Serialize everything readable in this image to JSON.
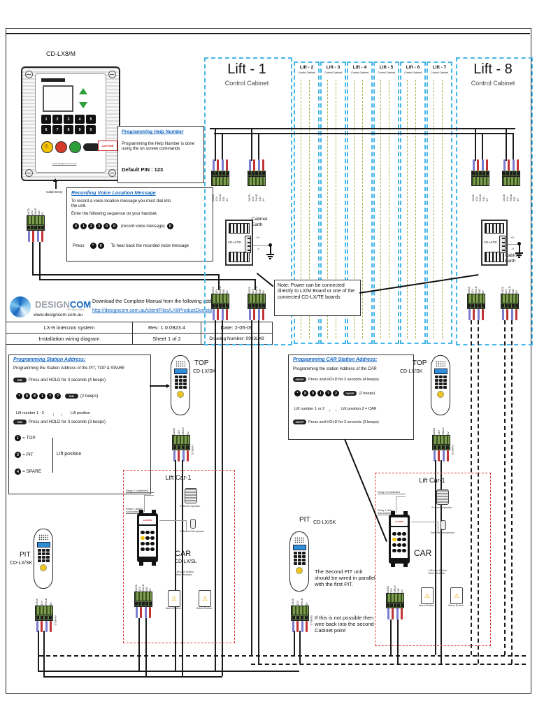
{
  "master": {
    "model": "CD-LX8/M",
    "cable_entry": "Cable Entry",
    "brand": "emFONE",
    "keys": [
      "1",
      "2",
      "3",
      "4",
      "5",
      "6",
      "7",
      "8",
      "9",
      "0"
    ],
    "url": "www.designcom.com.au"
  },
  "help_box": {
    "title": "Programming Help Number",
    "body": "Programming the Help Number is done using the on screen commands",
    "pin": "Default PIN : 123"
  },
  "record_box": {
    "title": "Recording Voice Location Message",
    "line1": "To record a voice location message you must dial into the unit.",
    "line2": "Enter the following sequence on your handset.",
    "seq_keys": [
      "0",
      "1",
      "2",
      "3",
      "0",
      "0"
    ],
    "record_note": "(record voice message)",
    "end_key": "0",
    "press_label": "Press",
    "press_keys": [
      "*",
      "0"
    ],
    "playback": "To hear back the recorded voice message"
  },
  "brand": {
    "name_left": "DESIGN",
    "name_right": "COM",
    "tagline": "TECHNOLOGIES",
    "url": "www.designcom.com.au",
    "download_text": "Download the Complete Manual from the following address:",
    "download_url": "http://designcom.com.au/clientFiles/LX8ProductDoc.zip"
  },
  "titleblock": {
    "system": "LX-8 intercom system",
    "rev": "Rev: 1.0.0923.4",
    "date": "Date: 2-05-09",
    "sheet_title": "Installation wiring diagram",
    "sheet": "Sheet 1 of 2",
    "drawing": "Drawing Number: 0923LX8"
  },
  "lifts": {
    "lift1_title": "Lift - 1",
    "lift8_title": "Lift - 8",
    "cabinet": "Control Cabinet",
    "small": [
      {
        "title": "Lift - 2"
      },
      {
        "title": "Lift - 3"
      },
      {
        "title": "Lift - 4"
      },
      {
        "title": "Lift - 5"
      },
      {
        "title": "Lift - 6"
      },
      {
        "title": "Lift - 7"
      }
    ]
  },
  "te": {
    "label": "CD-LX/TE",
    "plus": "+V",
    "minus": "-V",
    "earth": "Cabinet Earth"
  },
  "note_box": {
    "text": "Note: Power can be connected directly to LX/M Board or one of the connected CD-LX/TE boards"
  },
  "terminal": {
    "labels5": [
      "DATA",
      "12V",
      "SHLD",
      "SIG",
      "0V"
    ],
    "labels4": [
      "DATA",
      "12V",
      "SHLD",
      "0V"
    ],
    "shield": "SHIELD"
  },
  "prog_station": {
    "title": "Programming Station Address:",
    "intro": "Programming the Station Address of the PIT, TOP & SPARE",
    "key_label": "END",
    "step1": "Press and HOLD for 3 seconds (4 beeps)",
    "seq_keys": [
      "*",
      "8",
      "8",
      "1",
      "?",
      "?"
    ],
    "seq_note": "(2 beeps)",
    "lift_number": "Lift number 1 - 5",
    "lift_position": "Lift position",
    "step2": "Press and HOLD for 3 seconds (3 beeps)",
    "positions": [
      {
        "key": "1",
        "label": "= TOP"
      },
      {
        "key": "3",
        "label": "= PIT"
      },
      {
        "key": "4",
        "label": "= SPARE"
      }
    ],
    "positions_label": "Lift position"
  },
  "prog_car": {
    "title": "Programming CAR Station Address:",
    "intro": "Programming the station Address of the CAR",
    "key_label": "ON/OFF",
    "step1": "Press and HOLD for 3 seconds (4 beeps)",
    "seq_keys": [
      "*",
      "8",
      "9",
      "1",
      "?",
      "2"
    ],
    "seq_note": "(2 beeps)",
    "lift_number": "Lift number 1 or 2",
    "lift_position": "Lift position 2 = CAR",
    "step2": "Press and HOLD for 3 seconds (3 beeps)"
  },
  "stations": {
    "top": "TOP",
    "pit": "PIT",
    "car": "CAR",
    "sk_model": "CD-LX/SK",
    "sl_model": "CD-LX/SL"
  },
  "liftcar": {
    "title": "Lift Car-1",
    "relay2": "Relay 2 Unlabelled",
    "relay1": "Relay 1 Alarm Acknowledge",
    "speaker": "External Speaker",
    "mic": "External Microphone",
    "alarm_note": "1.8Kohm Button Timer Resistor",
    "alarm_caption": "Alarm Button"
  },
  "pit_note": {
    "p1": "The Second PIT unit should be wired in parallel with the first PIT.",
    "p2": "If this is not possible then wire back into the second Cabinet point"
  },
  "colors": {
    "cyan": "#45b6e8",
    "olive": "#aab04b",
    "red_dash": "#e23b3b",
    "link_blue": "#1566c0",
    "wire_red": "#c23333",
    "wire_blue": "#7b7bd0",
    "terminal_green": "#5c7a3c"
  }
}
